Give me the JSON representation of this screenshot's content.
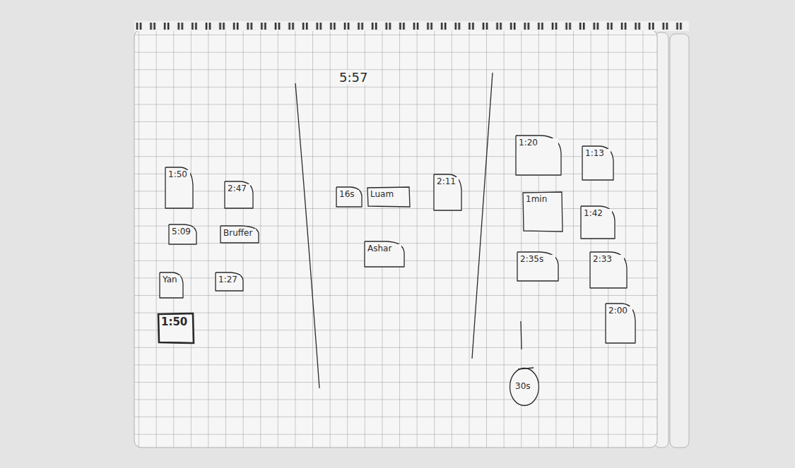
{
  "diagram": {
    "nodes": [
      {
        "text": [
          "1:50"
        ]
      },
      {
        "text": [
          "2:47"
        ]
      },
      {
        "text": [
          "5:09"
        ]
      },
      {
        "text": [
          "Bruffer"
        ]
      },
      {
        "text": [
          "Yan"
        ]
      },
      {
        "text": [
          "1:27"
        ]
      },
      {
        "text": [
          "1:50"
        ]
      },
      {
        "text": [
          "16s"
        ]
      },
      {
        "text": [
          "Luam"
        ]
      },
      {
        "text": [
          "2:11"
        ]
      },
      {
        "text": [
          "Ashar"
        ]
      },
      {
        "text": [
          "1:20"
        ]
      },
      {
        "text": [
          "1:13"
        ]
      },
      {
        "text": [
          "1min"
        ]
      },
      {
        "text": [
          "1:42"
        ]
      },
      {
        "text": [
          "2:35s"
        ]
      },
      {
        "text": [
          "2:33"
        ]
      },
      {
        "text": [
          "2:00"
        ]
      },
      {
        "text": [
          "30s"
        ]
      }
    ],
    "labels": [
      "5:57"
    ]
  }
}
